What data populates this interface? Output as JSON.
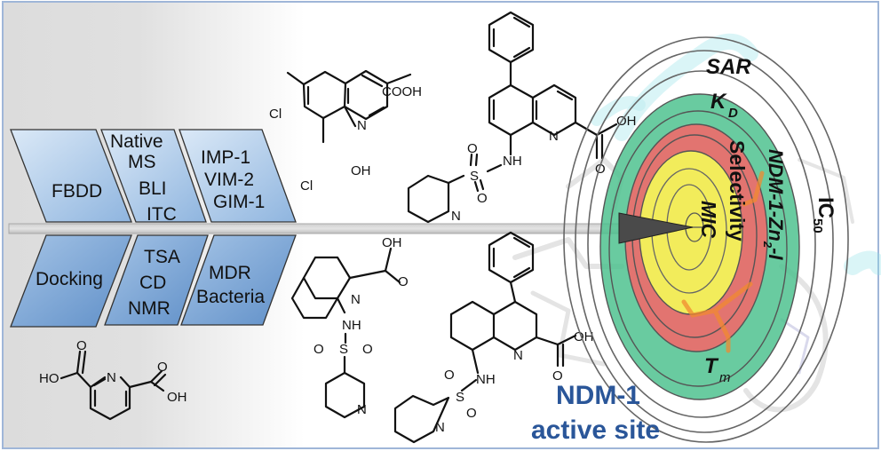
{
  "workflow": {
    "top_row": [
      {
        "lines": [
          "FBDD"
        ]
      },
      {
        "lines": [
          "Native",
          "MS",
          "BLI",
          "ITC"
        ]
      },
      {
        "lines": [
          "IMP-1",
          "VIM-2",
          "GIM-1"
        ]
      }
    ],
    "bottom_row": [
      {
        "lines": [
          "Docking"
        ]
      },
      {
        "lines": [
          "TSA",
          "CD",
          "NMR"
        ]
      },
      {
        "lines": [
          "MDR",
          "Bacteria"
        ]
      }
    ]
  },
  "molecules": {
    "dichloro_hq": {
      "labels": {
        "cl_top": "Cl",
        "cl_bottom": "Cl",
        "acid": "COOH",
        "n": "N",
        "oh": "OH"
      }
    },
    "phenyl5_sulfonamide": {
      "labels": {
        "n": "N",
        "oh": "OH",
        "o": "O",
        "nh": "NH",
        "s": "S",
        "o1": "O",
        "o2": "O",
        "pyr_n": "N"
      }
    },
    "sulfonamide_qca": {
      "labels": {
        "oh": "OH",
        "o": "O",
        "n": "N",
        "nh": "NH",
        "s": "S",
        "o1": "O",
        "o2": "O",
        "pyr_n": "N"
      }
    },
    "phenyl4_sulfonamide": {
      "labels": {
        "n": "N",
        "oh": "OH",
        "o": "O",
        "nh": "NH",
        "s": "S",
        "o1": "O",
        "o2": "O",
        "pyr_n": "N"
      }
    },
    "dipicolinic_acid": {
      "labels": {
        "ho": "HO",
        "o1": "O",
        "n": "N",
        "o2": "O",
        "oh": "OH"
      }
    }
  },
  "target": {
    "rings": [
      {
        "label": "SAR",
        "italic": true
      },
      {
        "label": "K",
        "sub": "D",
        "italic": true
      },
      {
        "label": "NDM-1-Zn",
        "sub": "2",
        "suffix": "-I",
        "italic": true
      },
      {
        "label": "Selectivity",
        "italic": false
      },
      {
        "label": "MIC",
        "italic": true
      },
      {
        "label": "T",
        "sub": "m",
        "italic": true
      },
      {
        "label": "IC",
        "sub": "50",
        "italic": false
      }
    ],
    "colors": {
      "green": "#4fc28f",
      "red": "#f06a6a",
      "yellow": "#f2f25a",
      "orange": "#f08a30"
    }
  },
  "site_label": {
    "line1": "NDM-1",
    "line2": "active site",
    "color": "#2a5699"
  }
}
